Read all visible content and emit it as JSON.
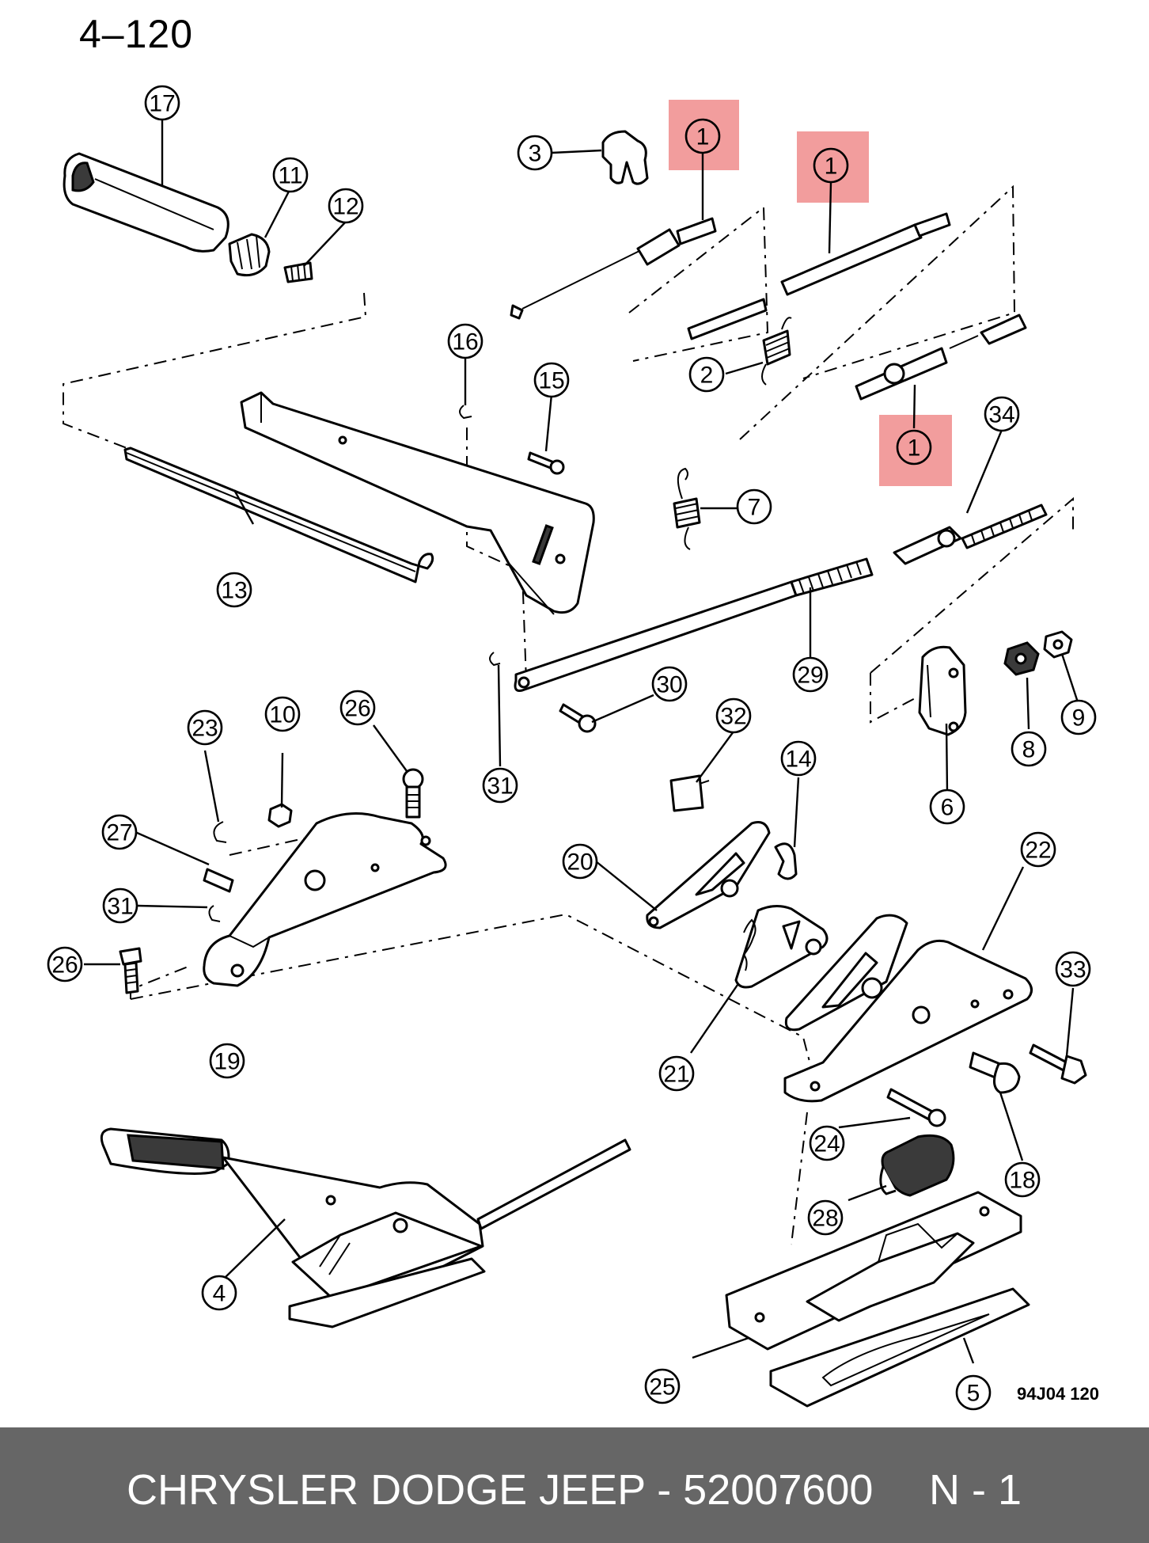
{
  "page_code": "4–120",
  "figure_code": "94J04  120",
  "footer": {
    "brand_part": "CHRYSLER DODGE JEEP - 52007600",
    "note": "N - 1"
  },
  "colors": {
    "highlight": "#f08c8c",
    "footer_bg": "#666666",
    "footer_text": "#ffffff"
  },
  "callouts": {
    "c1a": "1",
    "c1b": "1",
    "c1c": "1",
    "c2": "2",
    "c3": "3",
    "c4": "4",
    "c5": "5",
    "c6": "6",
    "c7": "7",
    "c8": "8",
    "c9": "9",
    "c10": "10",
    "c11": "11",
    "c12": "12",
    "c13": "13",
    "c14": "14",
    "c15": "15",
    "c16": "16",
    "c17": "17",
    "c18": "18",
    "c19": "19",
    "c20": "20",
    "c21": "21",
    "c22": "22",
    "c23": "23",
    "c24": "24",
    "c25": "25",
    "c26a": "26",
    "c26b": "26",
    "c27": "27",
    "c28": "28",
    "c29": "29",
    "c30": "30",
    "c31a": "31",
    "c31b": "31",
    "c32": "32",
    "c33": "33",
    "c34": "34"
  }
}
